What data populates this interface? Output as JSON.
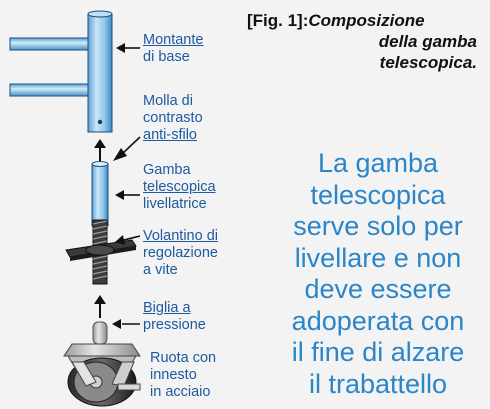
{
  "figure": {
    "ref": "[Fig. 1]:",
    "caption_line1": "Composizione",
    "caption_line2": "della  gamba",
    "caption_line3": "telescopica."
  },
  "labels": {
    "montante": {
      "line1": "Montante",
      "line2": "di base"
    },
    "molla": {
      "line1": "Molla di",
      "line2": "contrasto",
      "line3": "anti-sfilo"
    },
    "gamba": {
      "line1": "Gamba",
      "line2": "telescopica",
      "line3": "livellatrice"
    },
    "volantino": {
      "line1": "Volantino di",
      "line2": "regolazione",
      "line3": "a vite"
    },
    "biglia": {
      "line1": "Biglia a",
      "line2": "pressione"
    },
    "ruota": {
      "line1": "Ruota con",
      "line2": "innesto",
      "line3": "in acciaio"
    }
  },
  "note": {
    "line1": "La gamba",
    "line2": "telescopica",
    "line3": "serve solo per",
    "line4": "livellare e non",
    "line5": "deve essere",
    "line6": "adoperata con",
    "line7": "il fine di alzare",
    "line8": "il trabattello"
  },
  "colors": {
    "label_text": "#1e5aa0",
    "note_text": "#2a86c8",
    "tube_blue": "#8fc6ea",
    "tube_dark": "#3f86bd",
    "thread": "#2b2b2b",
    "background": "#f3f3f3"
  }
}
